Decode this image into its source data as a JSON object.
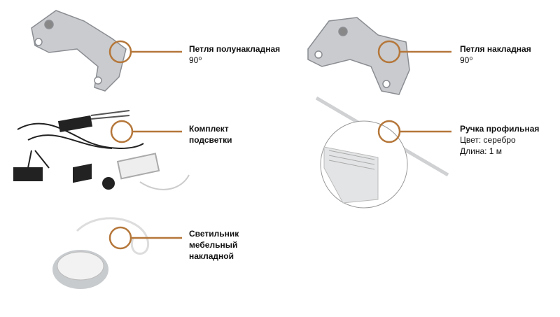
{
  "accent_color": "#b5773a",
  "products": [
    {
      "title_lines": [
        "Петля полунакладная"
      ],
      "details": [
        "90⁰"
      ],
      "icon": "hinge-half-overlay-image"
    },
    {
      "title_lines": [
        "Комплект",
        "подсветки"
      ],
      "details": [],
      "icon": "led-lighting-kit-image"
    },
    {
      "title_lines": [
        "Светильник",
        "мебельный",
        "накладной"
      ],
      "details": [],
      "icon": "furniture-lamp-image"
    },
    {
      "title_lines": [
        "Петля накладная"
      ],
      "details": [
        "90⁰"
      ],
      "icon": "hinge-overlay-image"
    },
    {
      "title_lines": [
        "Ручка профильная"
      ],
      "details": [
        "Цвет: серебро",
        "Длина: 1 м"
      ],
      "icon": "profile-handle-image"
    }
  ]
}
